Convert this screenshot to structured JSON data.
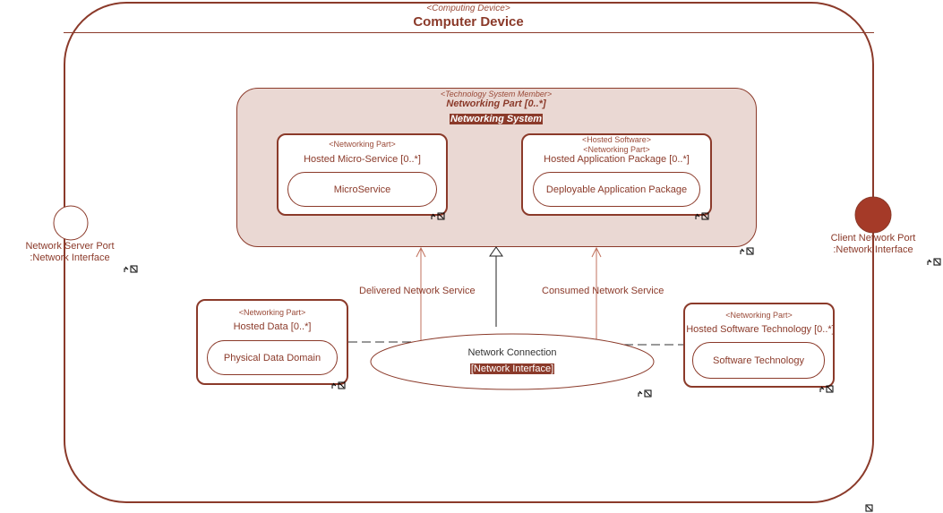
{
  "device": {
    "stereotype": "<Computing Device>",
    "title": "Computer Device"
  },
  "system": {
    "stereotype": "<Technology System Member>",
    "title": "Networking Part [0..*]",
    "subtitle": "Networking System"
  },
  "microservice": {
    "stereotype": "<Networking Part>",
    "title": "Hosted Micro-Service [0..*]",
    "inner": "MicroService"
  },
  "apppkg": {
    "stereotype1": "<Hosted Software>",
    "stereotype2": "<Networking Part>",
    "title": "Hosted Application Package [0..*]",
    "inner": "Deployable Application Package"
  },
  "data": {
    "stereotype": "<Networking Part>",
    "title": "Hosted Data [0..*]",
    "inner": "Physical Data Domain"
  },
  "softtech": {
    "stereotype": "<Networking Part>",
    "title": "Hosted Software Technology [0..*]",
    "inner": "Software Technology"
  },
  "connection": {
    "title": "Network Connection",
    "type": "[Network Interface]"
  },
  "ports": {
    "server": {
      "line1": "Network Server Port",
      "line2": ":Network Interface"
    },
    "client": {
      "line1": "Client Network Port",
      "line2": ":Network Interface"
    }
  },
  "flows": {
    "delivered": "Delivered Network Service",
    "consumed": "Consumed Network Service"
  },
  "colors": {
    "accent": "#8b3a2a",
    "system_fill": "#ead8d3",
    "port_fill": "#a53a28"
  }
}
